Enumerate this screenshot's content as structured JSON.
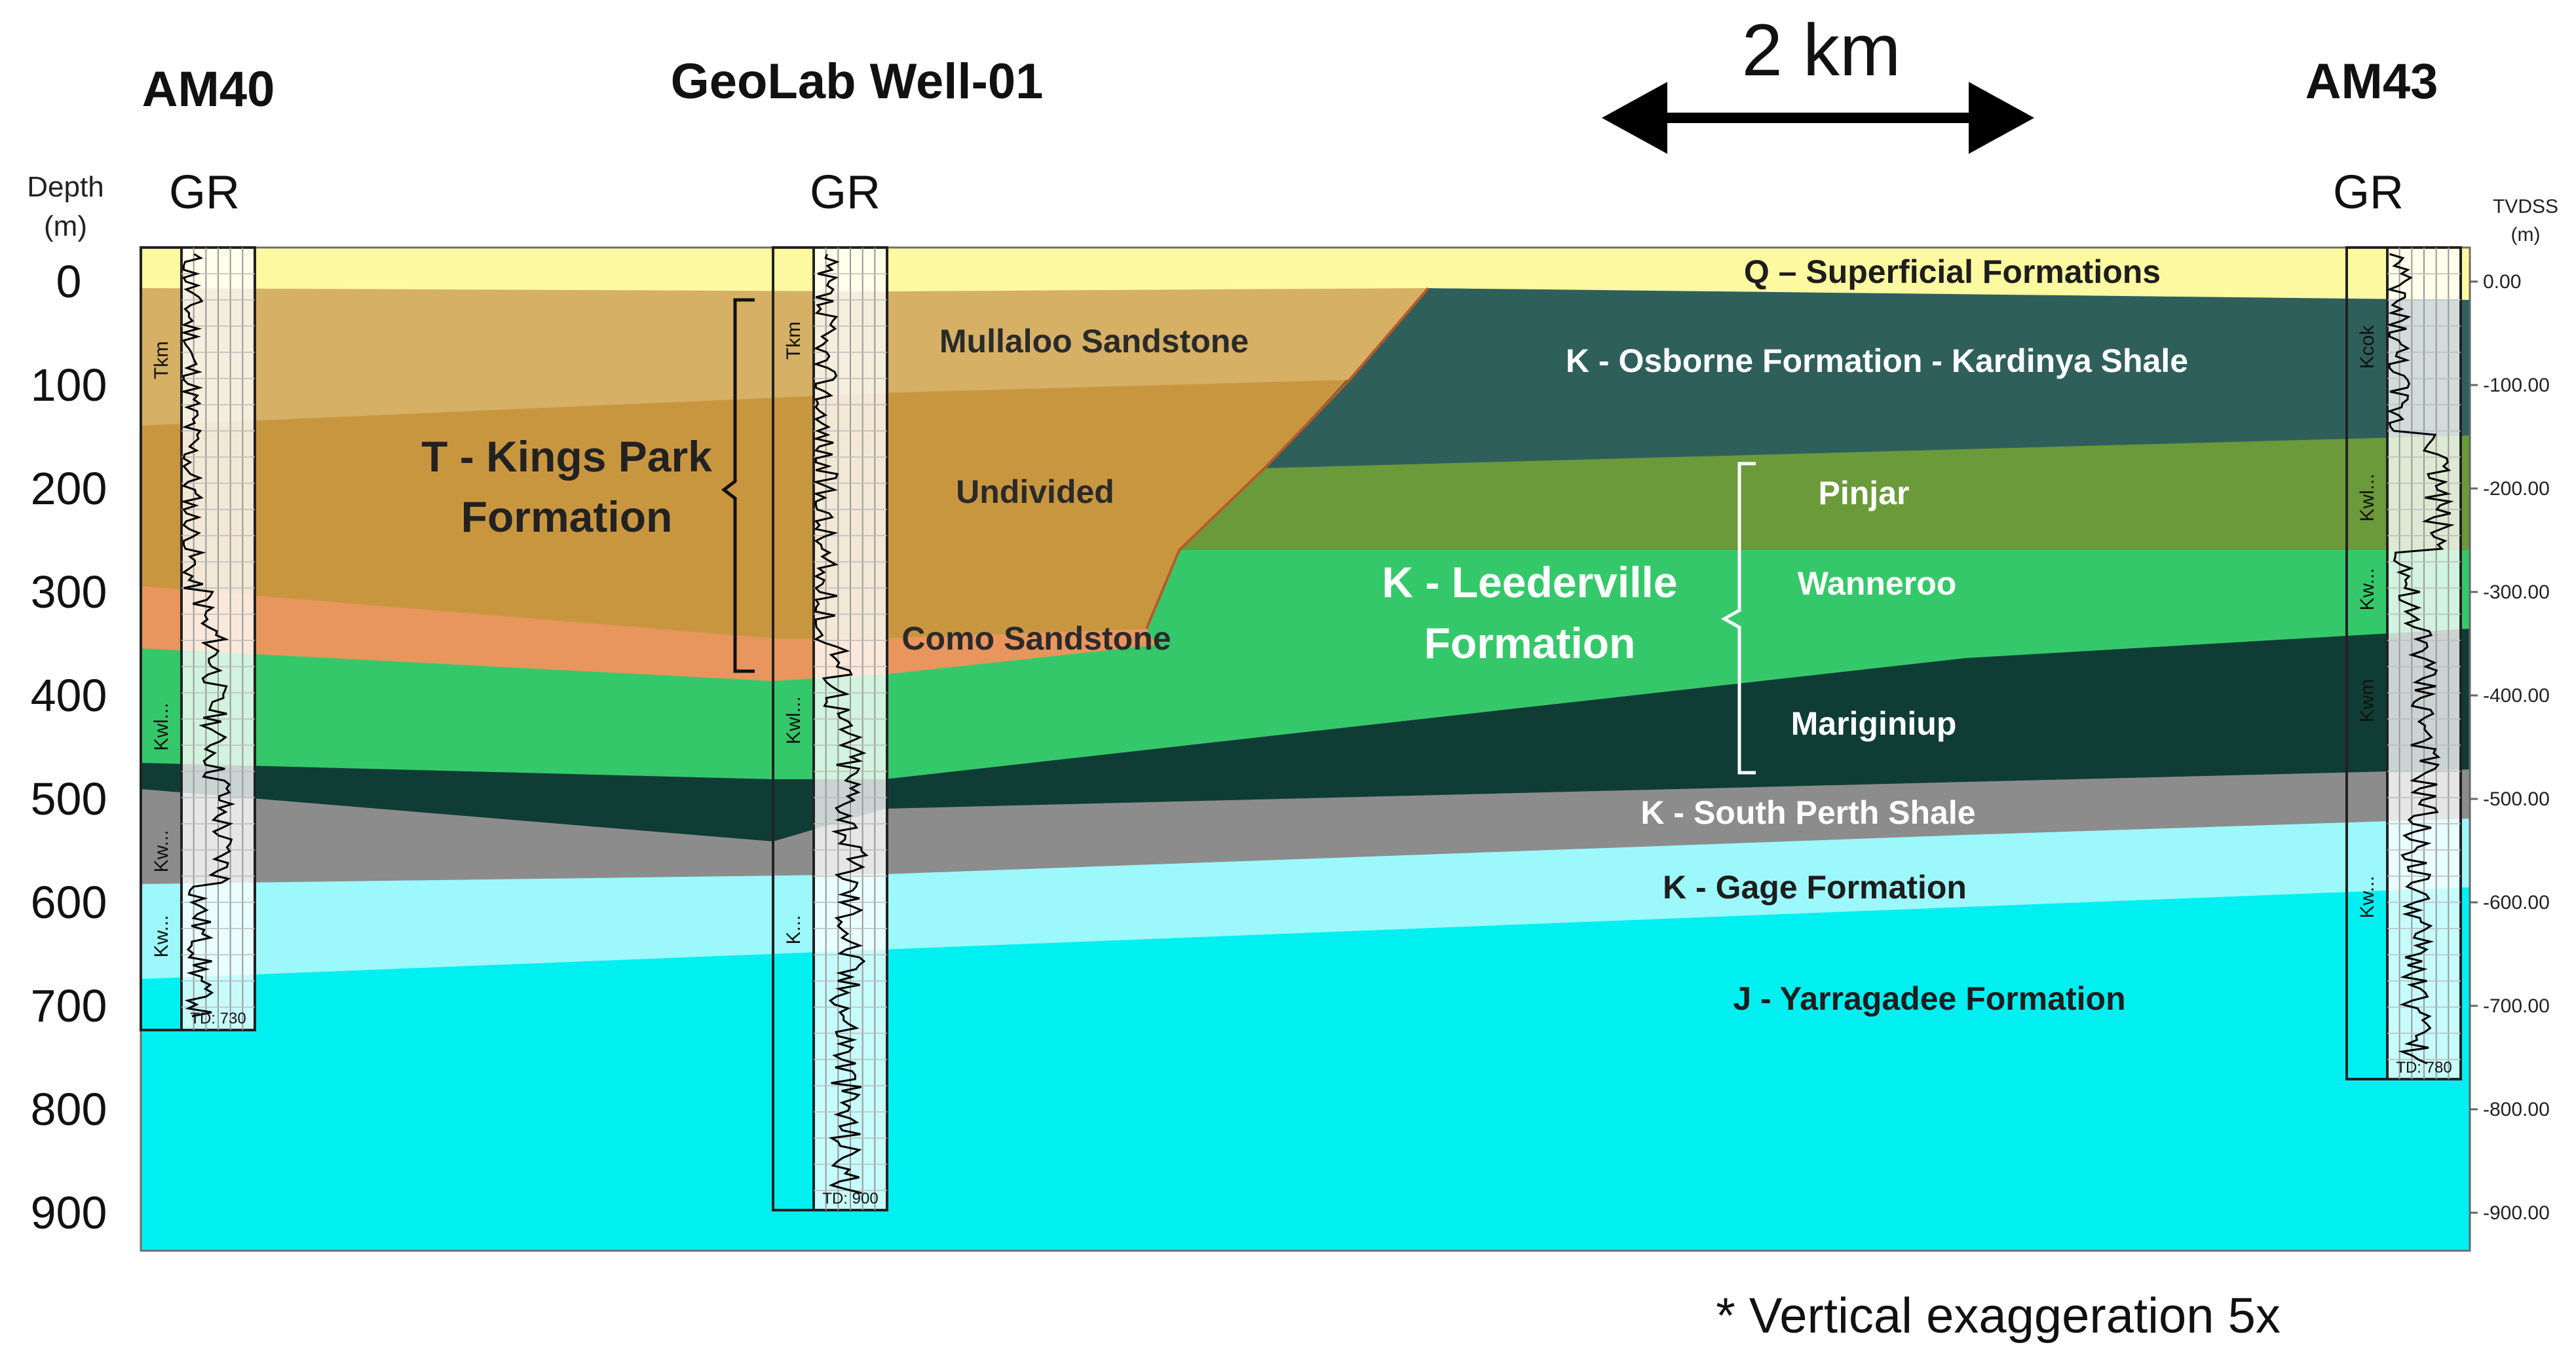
{
  "wells": {
    "left": {
      "name": "AM40",
      "log": "GR"
    },
    "middle": {
      "name": "GeoLab Well-01",
      "log": "GR"
    },
    "right": {
      "name": "AM43",
      "log": "GR"
    }
  },
  "scale_bar": {
    "label": "2 km"
  },
  "left_axis": {
    "title_line1": "Depth",
    "title_line2": "(m)",
    "ticks": [
      "0",
      "100",
      "200",
      "300",
      "400",
      "500",
      "600",
      "700",
      "800",
      "900"
    ]
  },
  "right_axis": {
    "title_line1": "TVDSS",
    "title_line2": "(m)",
    "ticks": [
      "0.00",
      "-100.00",
      "-200.00",
      "-300.00",
      "-400.00",
      "-500.00",
      "-600.00",
      "-700.00",
      "-800.00",
      "-900.00"
    ]
  },
  "formation_labels": {
    "superficial": "Q – Superficial Formations",
    "osborne": "K - Osborne Formation - Kardinya Shale",
    "mullaloo": "Mullaloo Sandstone",
    "undivided": "Undivided",
    "kings_park_line1": "T - Kings Park",
    "kings_park_line2": "Formation",
    "como": "Como Sandstone",
    "leederville_line1": "K - Leederville",
    "leederville_line2": "Formation",
    "pinjar": "Pinjar",
    "wanneroo": "Wanneroo",
    "mariginiup": "Mariginiup",
    "south_perth": "K - South Perth Shale",
    "gage": "K - Gage Formation",
    "yarragadee": "J - Yarragadee Formation"
  },
  "log_codes": {
    "am40": [
      "Tkm",
      "Kwl...",
      "Kw...",
      "Kw...",
      "TD: 730"
    ],
    "geolab": [
      "Tkm",
      "Kwl...",
      "K...",
      "TD: 900"
    ],
    "am43": [
      "Kcok",
      "Kwl...",
      "Kw...",
      "Kwm",
      "Kw...",
      "TD: 780"
    ]
  },
  "note": "* Vertical exaggeration 5x",
  "colors": {
    "superficial": "#fdf9a0",
    "mullaloo": "#d5b065",
    "undivided": "#c99640",
    "como": "#e8955e",
    "osborne": "#2f5f5b",
    "pinjar": "#6a9a3a",
    "wanneroo": "#35c86a",
    "mariginiup": "#0f3d35",
    "south_perth": "#8c8c8c",
    "gage": "#9cf8fb",
    "yarragadee": "#00f0f2"
  }
}
